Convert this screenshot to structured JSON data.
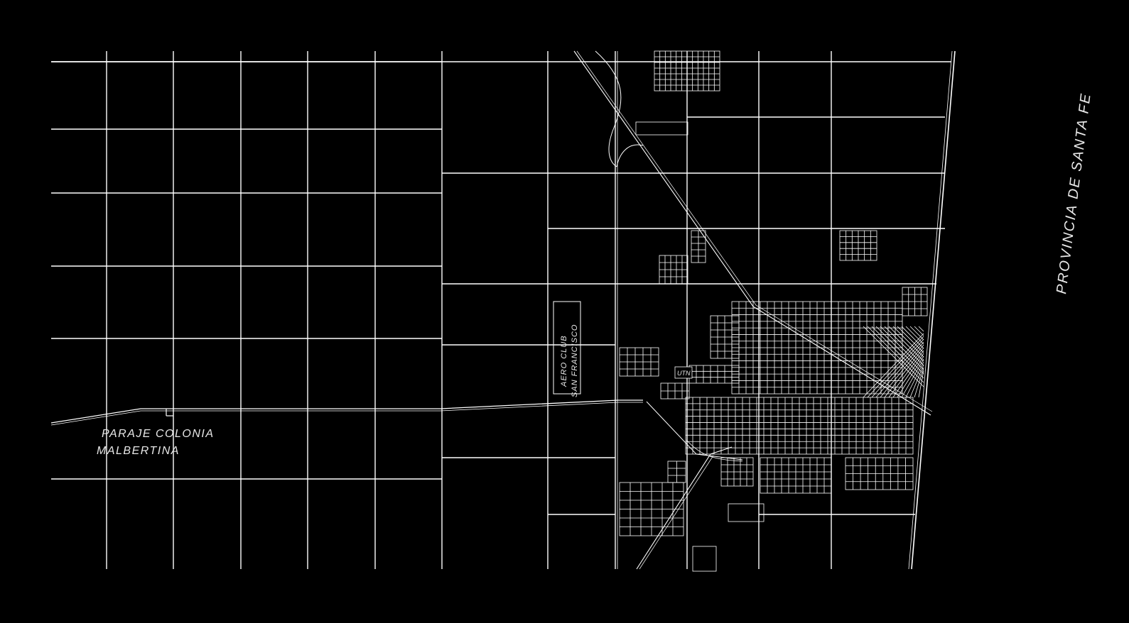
{
  "map": {
    "background_color": "#000000",
    "line_color": "#ffffff",
    "labels": {
      "province": "PROVINCIA DE SANTA FE",
      "paraje_line1": "PARAJE COLONIA",
      "paraje_line2": "MALBERTINA",
      "aero_line1": "AERO CLUB",
      "aero_line2": "SAN FRANCISCO",
      "utn": "UTN"
    }
  }
}
